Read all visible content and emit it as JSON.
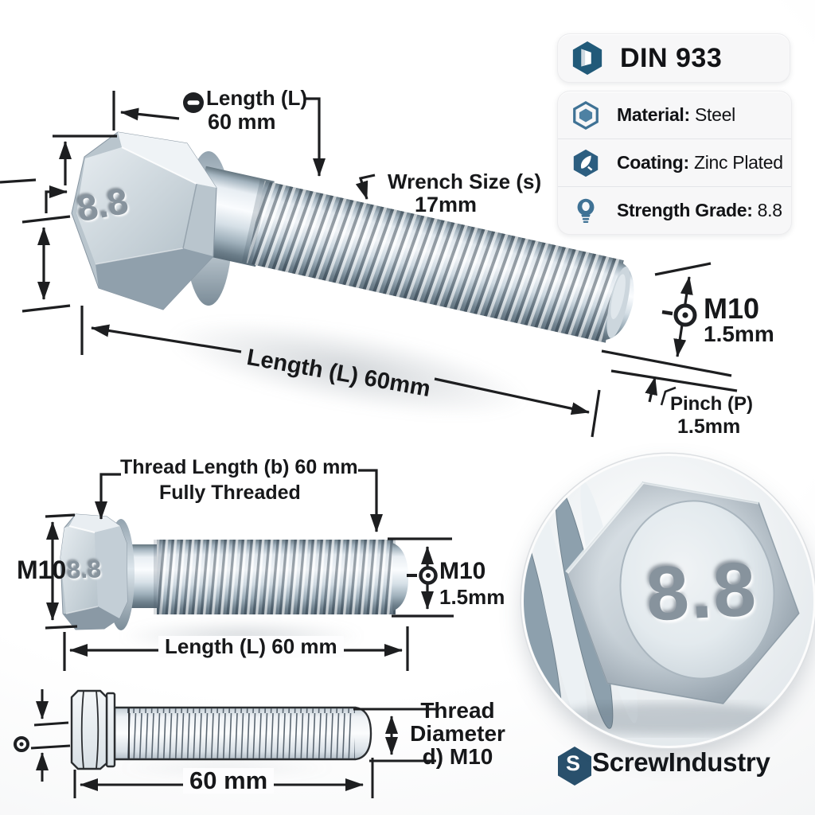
{
  "panel": {
    "din": {
      "icon": "din-hexagon-icon",
      "label": "DIN 933"
    },
    "rows": [
      {
        "icon": "hex-nut-outline-icon",
        "label": "Material:",
        "value": "Steel"
      },
      {
        "icon": "hex-coating-icon",
        "label": "Coating:",
        "value": "Zinc Plated"
      },
      {
        "icon": "lightbulb-icon",
        "label": "Strength Grade:",
        "value": "8.8"
      }
    ]
  },
  "main_view": {
    "head_marking": "8.8",
    "length_callout": {
      "icon": "circle-dash-icon",
      "line1": "Length (L)",
      "line2": "60 mm"
    },
    "wrench_callout": {
      "line1": "Wrench Size (s)",
      "line2": "17mm"
    },
    "thread_callout": {
      "icon": "thread-target-icon",
      "line1": "M10",
      "line2": "1.5mm"
    },
    "pitch_callout": {
      "line1": "Pinch (P)",
      "line2": "1.5mm"
    },
    "length_dim": "Length (L) 60mm"
  },
  "side_view": {
    "head_marking": "8.8",
    "thread_length_callout": {
      "line1": "Thread Length (b) 60 mm",
      "line2": "Fully Threaded"
    },
    "diameter_left": "M10",
    "thread_callout": {
      "icon": "thread-target-icon",
      "line1": "M10",
      "line2": "1.5mm"
    },
    "length_dim": "Length (L) 60 mm"
  },
  "outline_view": {
    "length_dim": "60 mm",
    "thread_diameter_callout": {
      "line1": "Thread",
      "line2": "Diameter",
      "line3": "d) M10"
    }
  },
  "inset": {
    "head_marking": "8.8"
  },
  "footer": {
    "icon": "brand-hexagon-icon",
    "icon_letter": "S",
    "brand": "ScrewIndustry"
  },
  "colors": {
    "accent_blue": "#3f7295",
    "dark_blue": "#215a79",
    "dim_line": "#1d1e20",
    "text": "#17181a"
  }
}
